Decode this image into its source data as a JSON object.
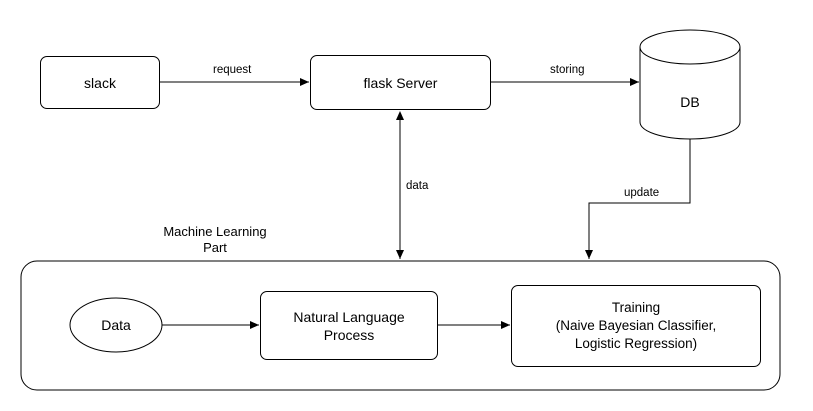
{
  "nodes": {
    "slack": "slack",
    "flask_server": "flask Server",
    "db": "DB",
    "data": "Data",
    "nlp_line1": "Natural Language",
    "nlp_line2": "Process",
    "training_line1": "Training",
    "training_line2": "(Naive Bayesian Classifier,",
    "training_line3": "Logistic Regression)"
  },
  "group": {
    "title_line1": "Machine Learning",
    "title_line2": "Part"
  },
  "edges": {
    "request": "request",
    "storing": "storing",
    "data": "data",
    "update": "update"
  }
}
